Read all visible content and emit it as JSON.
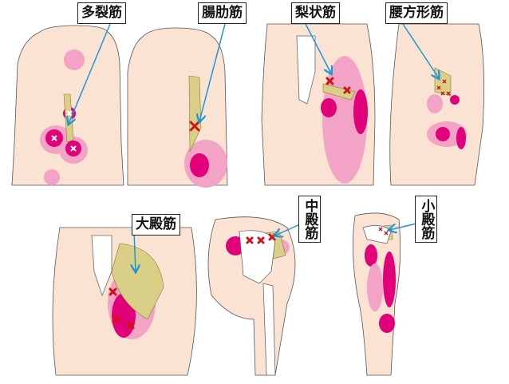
{
  "labels": {
    "multifidus": "多裂筋",
    "iliocostalis": "腸肋筋",
    "piriformis": "梨状筋",
    "quadratus_lumborum": "腰方形筋",
    "gluteus_maximus": "大殿筋",
    "gluteus_medius": "中殿筋",
    "gluteus_minimus": "小殿筋"
  },
  "colors": {
    "skin": "#fbe3d3",
    "pain_light": "#f2a3c6",
    "pain_dark": "#e2007a",
    "trigger_x": "#d0121b",
    "arrow": "#1e96d8",
    "muscle": "#d9cf86"
  }
}
